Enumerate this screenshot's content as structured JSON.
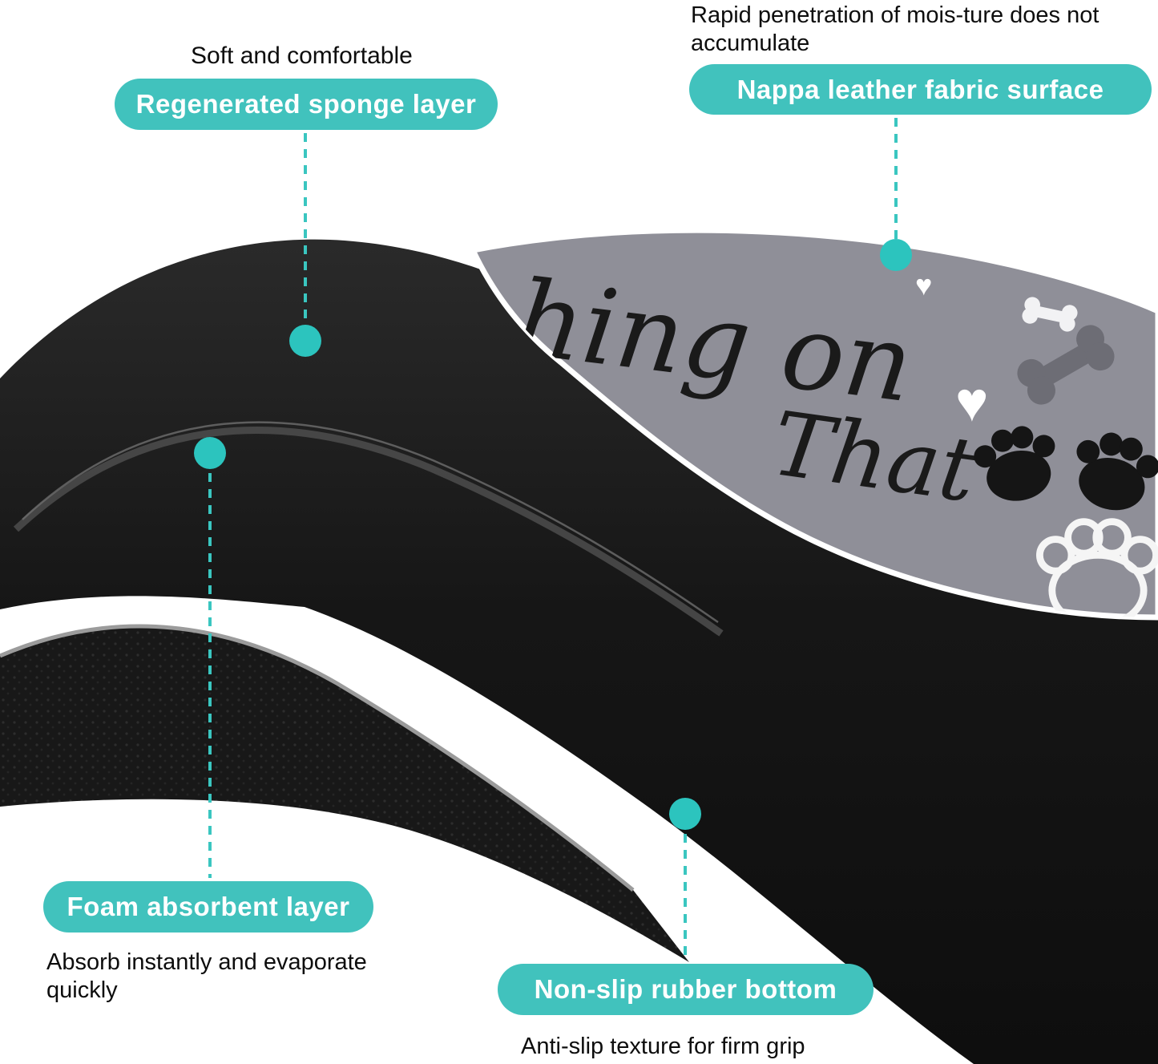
{
  "colors": {
    "accent": "#3FC3BE",
    "pill_bg": "#41C2BD",
    "dot": "#2CC4BE",
    "dash": "#3AC6C0",
    "mat_black": "#171717",
    "surface_gray": "#8F8F98",
    "print_dark": "#1A1A1A",
    "bone_gray": "#6D6D75",
    "edge_white": "#FFFFFF"
  },
  "callouts": {
    "sponge": {
      "note": "Soft and comfortable",
      "label": "Regenerated sponge layer"
    },
    "surface": {
      "note": "Rapid penetration of mois-ture does not accumulate",
      "label": "Nappa leather fabric surface"
    },
    "foam": {
      "label": "Foam absorbent layer",
      "note": "Absorb instantly and evaporate quickly"
    },
    "rubber": {
      "label": "Non-slip rubber bottom",
      "note": "Anti-slip texture for firm grip"
    }
  },
  "mat_print": {
    "script_line1": "hing on",
    "script_line2": "That",
    "heart_glyph": "♥"
  }
}
